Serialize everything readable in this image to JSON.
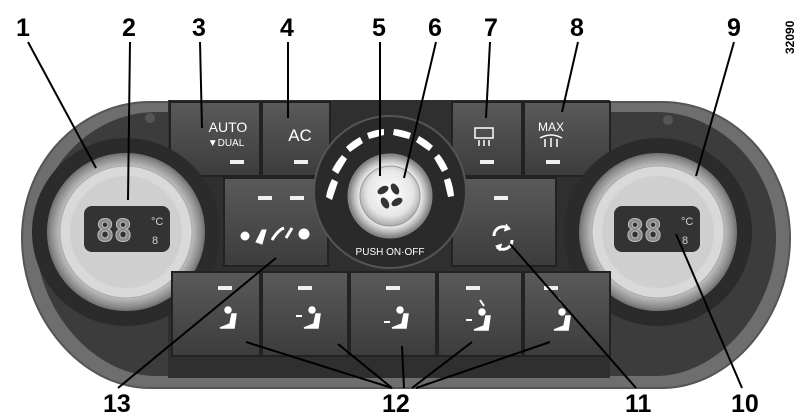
{
  "callouts": {
    "c1": "1",
    "c2": "2",
    "c3": "3",
    "c4": "4",
    "c5": "5",
    "c6": "6",
    "c7": "7",
    "c8": "8",
    "c9": "9",
    "c10": "10",
    "c11": "11",
    "c12": "12",
    "c13": "13"
  },
  "figure_code": "32090",
  "panel": {
    "auto_label": "AUTO",
    "dual_label": "▼DUAL",
    "ac_label": "AC",
    "max_label": "MAX",
    "push_label": "PUSH ON·OFF",
    "left_display": "88",
    "right_display": "88",
    "unit_label": "°C",
    "unit_sub": "8"
  },
  "colors": {
    "panel_dark": "#3a3a3a",
    "panel_mid": "#6a6a6a",
    "button_face": "#4a4a4a",
    "display_bg": "#333333",
    "text_light": "#ffffff",
    "indicator": "#f2f2f2"
  }
}
